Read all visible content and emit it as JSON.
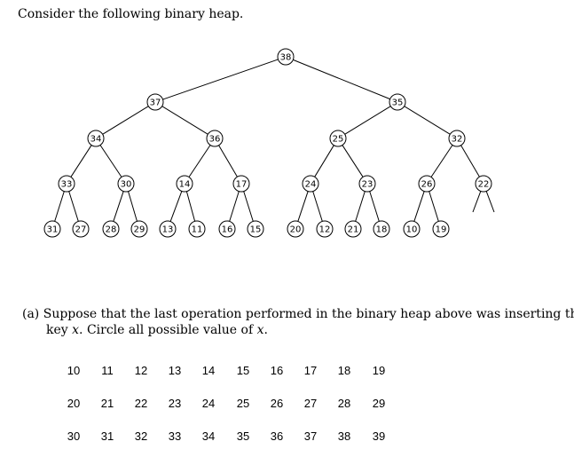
{
  "intro": "Consider the following binary heap.",
  "heap": {
    "nodes": [
      {
        "id": "n38",
        "label": "38"
      },
      {
        "id": "n37",
        "label": "37"
      },
      {
        "id": "n35",
        "label": "35"
      },
      {
        "id": "n34",
        "label": "34"
      },
      {
        "id": "n36",
        "label": "36"
      },
      {
        "id": "n25",
        "label": "25"
      },
      {
        "id": "n32",
        "label": "32"
      },
      {
        "id": "n33",
        "label": "33"
      },
      {
        "id": "n30",
        "label": "30"
      },
      {
        "id": "n14",
        "label": "14"
      },
      {
        "id": "n17",
        "label": "17"
      },
      {
        "id": "n24",
        "label": "24"
      },
      {
        "id": "n23",
        "label": "23"
      },
      {
        "id": "n26",
        "label": "26"
      },
      {
        "id": "n22",
        "label": "22"
      },
      {
        "id": "n31",
        "label": "31"
      },
      {
        "id": "n27",
        "label": "27"
      },
      {
        "id": "n28",
        "label": "28"
      },
      {
        "id": "n29",
        "label": "29"
      },
      {
        "id": "n13",
        "label": "13"
      },
      {
        "id": "n11",
        "label": "11"
      },
      {
        "id": "n16",
        "label": "16"
      },
      {
        "id": "n15",
        "label": "15"
      },
      {
        "id": "n20",
        "label": "20"
      },
      {
        "id": "n12",
        "label": "12"
      },
      {
        "id": "n21",
        "label": "21"
      },
      {
        "id": "n18",
        "label": "18"
      },
      {
        "id": "n10",
        "label": "10"
      },
      {
        "id": "n19",
        "label": "19"
      }
    ],
    "edges": [
      [
        "n38",
        "n37"
      ],
      [
        "n38",
        "n35"
      ],
      [
        "n37",
        "n34"
      ],
      [
        "n37",
        "n36"
      ],
      [
        "n35",
        "n25"
      ],
      [
        "n35",
        "n32"
      ],
      [
        "n34",
        "n33"
      ],
      [
        "n34",
        "n30"
      ],
      [
        "n36",
        "n14"
      ],
      [
        "n36",
        "n17"
      ],
      [
        "n25",
        "n24"
      ],
      [
        "n25",
        "n23"
      ],
      [
        "n32",
        "n26"
      ],
      [
        "n32",
        "n22"
      ],
      [
        "n33",
        "n31"
      ],
      [
        "n33",
        "n27"
      ],
      [
        "n30",
        "n28"
      ],
      [
        "n30",
        "n29"
      ],
      [
        "n14",
        "n13"
      ],
      [
        "n14",
        "n11"
      ],
      [
        "n17",
        "n16"
      ],
      [
        "n17",
        "n15"
      ],
      [
        "n24",
        "n20"
      ],
      [
        "n24",
        "n12"
      ],
      [
        "n23",
        "n21"
      ],
      [
        "n23",
        "n18"
      ],
      [
        "n26",
        "n10"
      ],
      [
        "n26",
        "n19"
      ]
    ],
    "open_child_stubs": [
      "n22"
    ]
  },
  "question": {
    "prefix": "(a)",
    "line1": "Suppose that the last operation performed in the binary heap above was inserting the",
    "line2_before": "key ",
    "var": "x",
    "line2_middle": ". Circle all possible value of ",
    "line2_after": "."
  },
  "choices": [
    [
      "10",
      "11",
      "12",
      "13",
      "14",
      "15",
      "16",
      "17",
      "18",
      "19"
    ],
    [
      "20",
      "21",
      "22",
      "23",
      "24",
      "25",
      "26",
      "27",
      "28",
      "29"
    ],
    [
      "30",
      "31",
      "32",
      "33",
      "34",
      "35",
      "36",
      "37",
      "38",
      "39"
    ]
  ]
}
